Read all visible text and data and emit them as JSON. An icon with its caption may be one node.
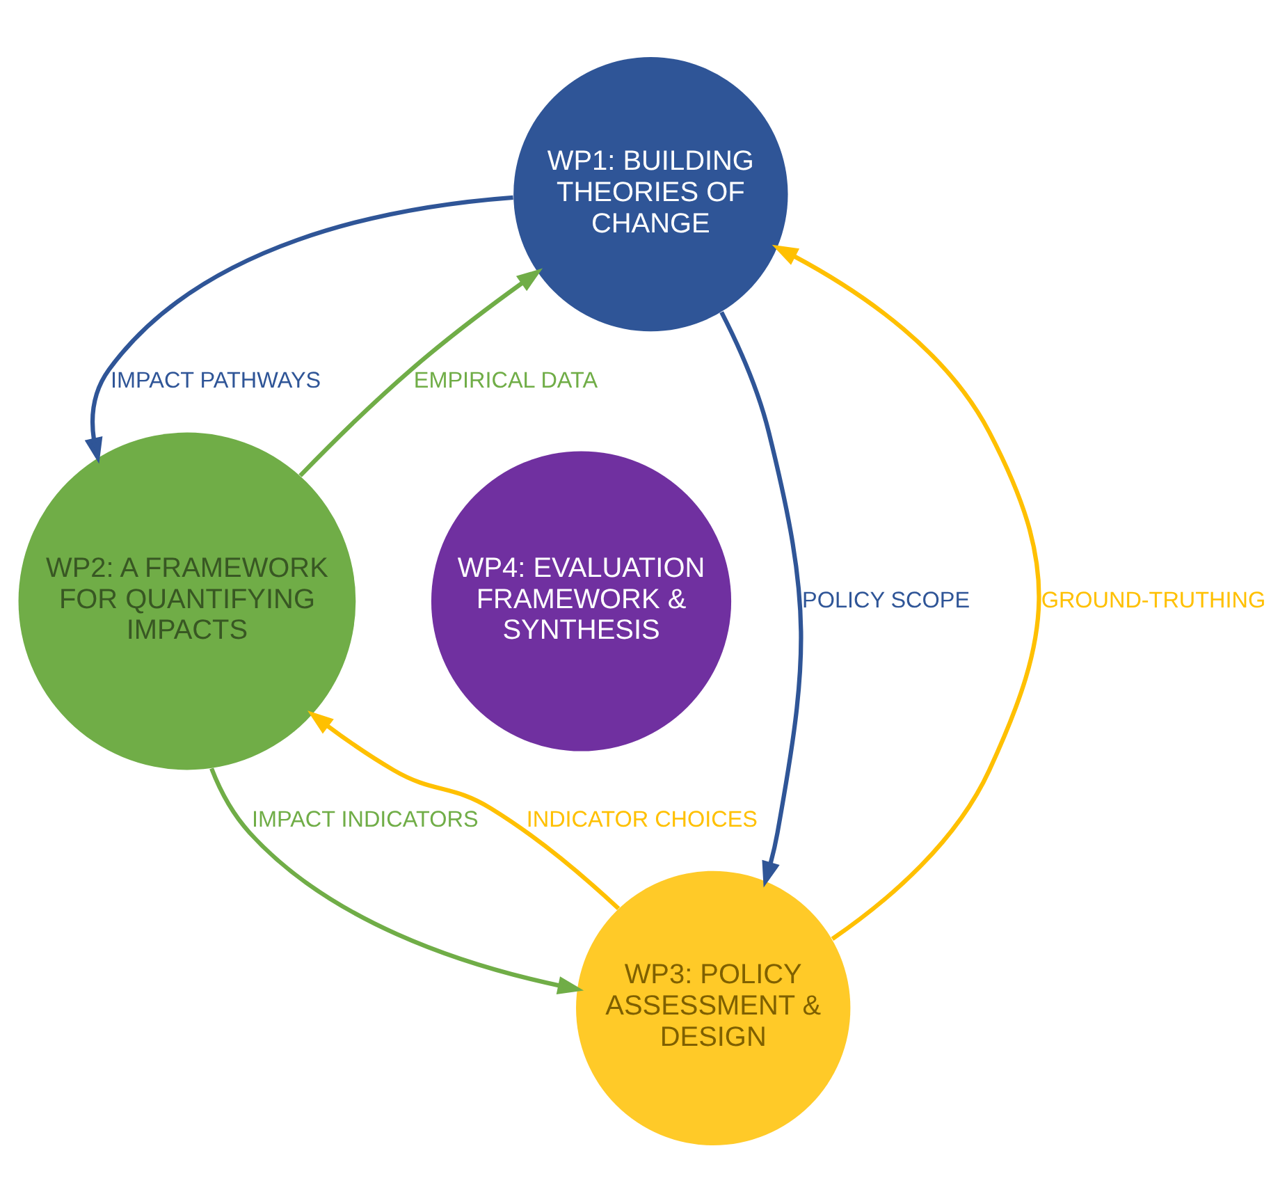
{
  "diagram": {
    "nodes": [
      {
        "text": [
          "WP1: BUILDING THEORIES OF CHANGE"
        ]
      },
      {
        "text": [
          "WP2: A FRAMEWORK FOR QUANTIFYING IMPACTS"
        ]
      },
      {
        "text": [
          "WP4: EVALUATION FRAMEWORK & SYNTHESIS"
        ]
      },
      {
        "text": [
          "WP3: POLICY ASSESSMENT & DESIGN"
        ]
      }
    ],
    "edges": [
      {
        "from": 0,
        "to": 1,
        "arrow": "to",
        "label": "IMPACT PATHWAYS",
        "color": "#2f5597"
      },
      {
        "from": 0,
        "to": 3,
        "arrow": "to",
        "label": "POLICY SCOPE",
        "color": "#2f5597"
      },
      {
        "from": 1,
        "to": 0,
        "arrow": "to",
        "label": "EMPIRICAL DATA",
        "color": "#70ad47"
      },
      {
        "from": 1,
        "to": 3,
        "arrow": "to",
        "label": "IMPACT INDICATORS",
        "color": "#70ad47"
      },
      {
        "from": 3,
        "to": 0,
        "arrow": "to",
        "label": "GROUND-TRUTHING",
        "color": "#ffc000"
      },
      {
        "from": 3,
        "to": 1,
        "arrow": "to",
        "label": "INDICATOR CHOICES",
        "color": "#ffc000"
      }
    ]
  }
}
